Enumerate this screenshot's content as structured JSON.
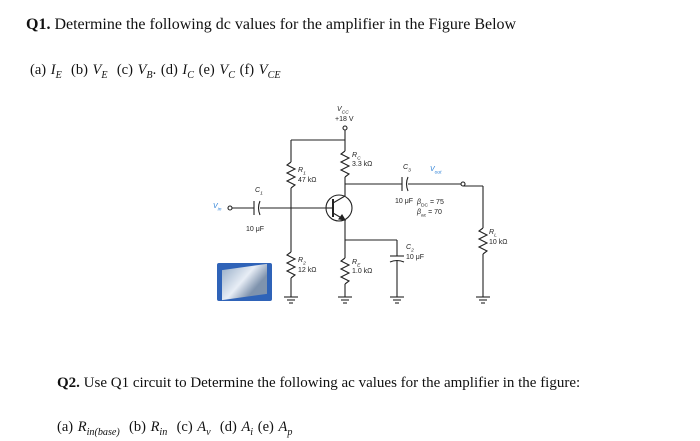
{
  "q1": {
    "number": "Q1.",
    "text": "Determine the following dc values for the amplifier in the Figure Below",
    "parts": [
      {
        "label": "(a)",
        "symbol": "I",
        "sub": "E"
      },
      {
        "label": "(b)",
        "symbol": "V",
        "sub": "E"
      },
      {
        "label": "(c)",
        "symbol": "V",
        "sub": "B"
      },
      {
        "label": "(d)",
        "symbol": "I",
        "sub": "C"
      },
      {
        "label": "(e)",
        "symbol": "V",
        "sub": "C"
      },
      {
        "label": "(f)",
        "symbol": "V",
        "sub": "CE"
      }
    ]
  },
  "figure": {
    "vcc_label": "V",
    "vcc_sub": "CC",
    "vcc_value": "+18 V",
    "r1_name": "R",
    "r1_sub": "1",
    "r1_value": "47 kΩ",
    "r2_name": "R",
    "r2_sub": "2",
    "r2_value": "12 kΩ",
    "rc_name": "R",
    "rc_sub": "C",
    "rc_value": "3.3 kΩ",
    "re_name": "R",
    "re_sub": "E",
    "re_value": "1.0 kΩ",
    "rl_name": "R",
    "rl_sub": "L",
    "rl_value": "10 kΩ",
    "c1_name": "C",
    "c1_sub": "1",
    "c1_value": "10 μF",
    "c2_name": "C",
    "c2_sub": "2",
    "c2_value": "10 μF",
    "c3_name": "C",
    "c3_sub": "3",
    "c3_value": "10 μF",
    "vin_label": "V",
    "vin_sub": "in",
    "vout_label": "V",
    "vout_sub": "out",
    "beta_dc": "β",
    "beta_dc_sub": "DC",
    "beta_dc_value": " = 75",
    "beta_ac": "β",
    "beta_ac_sub": "ac",
    "beta_ac_value": " = 70"
  },
  "q2": {
    "number": "Q2.",
    "text": "Use Q1 circuit to Determine the following ac values for the amplifier in the figure:",
    "parts": [
      {
        "label": "(a)",
        "symbol": "R",
        "sub": "in(base)"
      },
      {
        "label": "(b)",
        "symbol": "R",
        "sub": "in"
      },
      {
        "label": "(c)",
        "symbol": "A",
        "sub": "v"
      },
      {
        "label": "(d)",
        "symbol": "A",
        "sub": "i"
      },
      {
        "label": "(e)",
        "symbol": "A",
        "sub": "p"
      }
    ]
  }
}
